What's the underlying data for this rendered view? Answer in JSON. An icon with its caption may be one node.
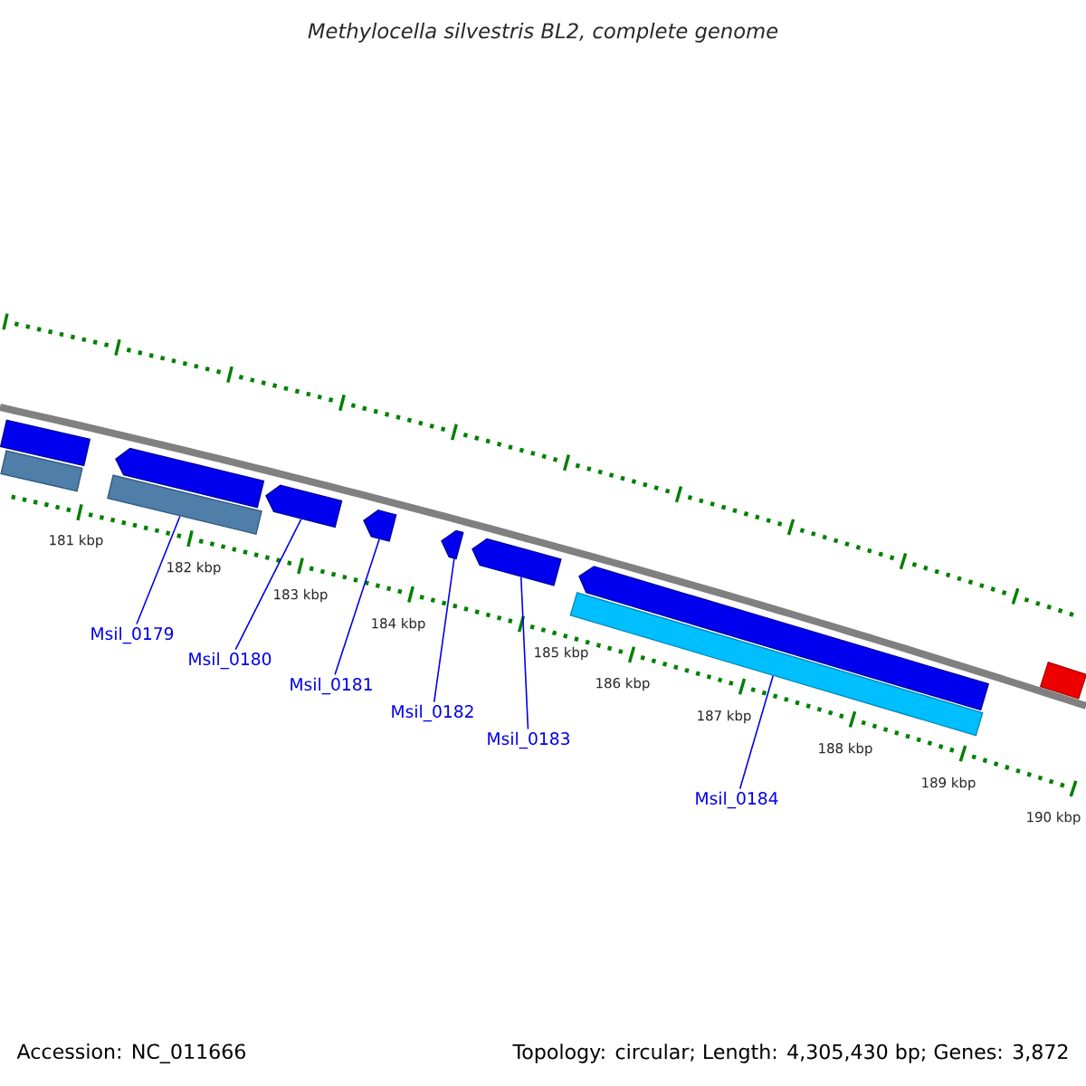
{
  "diagram": {
    "title": "Methylocella silvestris BL2, complete genome",
    "nodes": [
      {
        "text": [],
        "shape": "bar"
      },
      {
        "text": [],
        "shape": "bar"
      },
      {
        "text": [],
        "shape": "pentagon"
      },
      {
        "text": [],
        "shape": "bar"
      },
      {
        "text": [],
        "shape": "pentagon"
      },
      {
        "text": [],
        "shape": "pentagon"
      },
      {
        "text": [],
        "shape": "pentagon"
      },
      {
        "text": [],
        "shape": "pentagon"
      },
      {
        "text": [],
        "shape": "pentagon"
      },
      {
        "text": [],
        "shape": "bar"
      },
      {
        "text": [],
        "shape": "bar"
      },
      {
        "text": [
          "Msil_0179"
        ]
      },
      {
        "text": [
          "Msil_0180"
        ]
      },
      {
        "text": [
          "Msil_0181"
        ]
      },
      {
        "text": [
          "Msil_0182"
        ]
      },
      {
        "text": [
          "Msil_0183"
        ]
      },
      {
        "text": [
          "Msil_0184"
        ]
      }
    ],
    "edges": [
      {
        "from": 11,
        "to": 3,
        "arrow": "none"
      },
      {
        "from": 12,
        "to": 4,
        "arrow": "none"
      },
      {
        "from": 13,
        "to": 5,
        "arrow": "none"
      },
      {
        "from": 14,
        "to": 6,
        "arrow": "none"
      },
      {
        "from": 15,
        "to": 7,
        "arrow": "none"
      },
      {
        "from": 16,
        "to": 9,
        "arrow": "none"
      }
    ],
    "labels": [
      "181 kbp",
      "182 kbp",
      "183 kbp",
      "184 kbp",
      "185 kbp",
      "186 kbp",
      "187 kbp",
      "188 kbp",
      "189 kbp",
      "190 kbp",
      "Accession: NC_011666",
      "Topology: circular; Length: 4,305,430 bp; Genes: 3,872"
    ]
  }
}
